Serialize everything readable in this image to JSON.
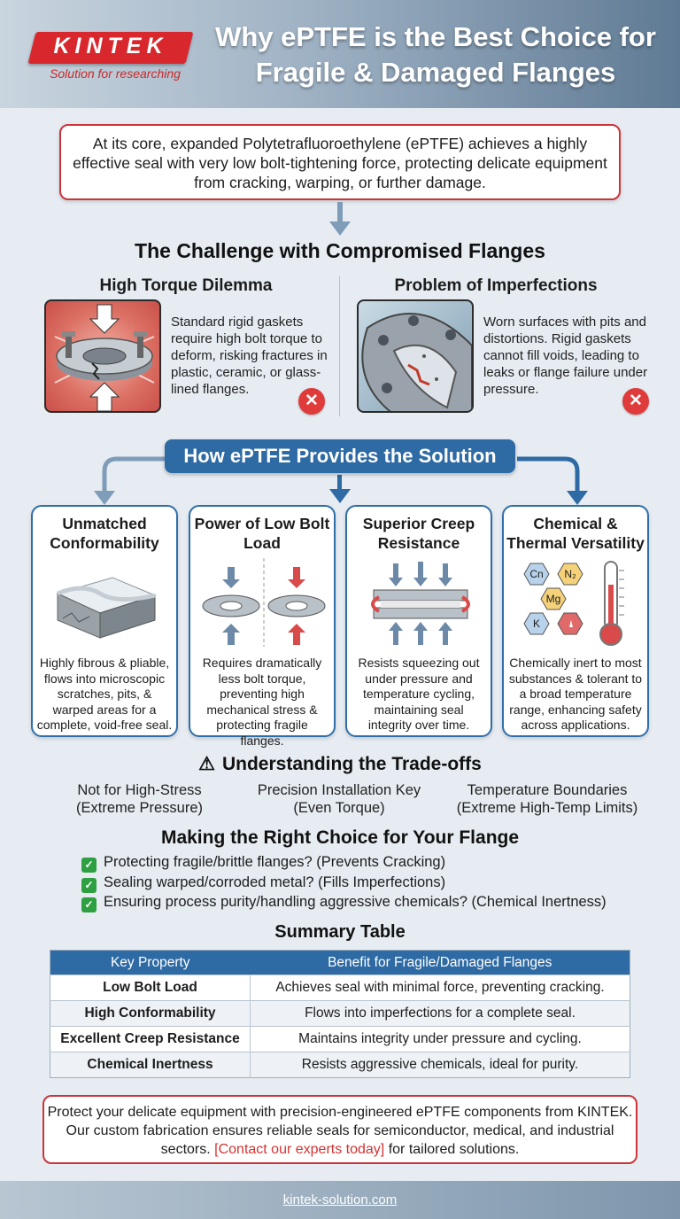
{
  "header": {
    "logo_text": "KINTEK",
    "logo_tagline": "Solution for researching",
    "title": "Why ePTFE is the Best Choice for Fragile & Damaged Flanges"
  },
  "intro": "At its core, expanded Polytetrafluoroethylene (ePTFE) achieves a highly effective seal with very low bolt-tightening force, protecting delicate equipment from cracking, warping, or further damage.",
  "challenge": {
    "title": "The Challenge with Compromised Flanges",
    "left": {
      "title": "High Torque Dilemma",
      "text": "Standard rigid gaskets require high bolt torque to deform, risking fractures in plastic, ceramic, or glass-lined flanges."
    },
    "right": {
      "title": "Problem of Imperfections",
      "text": "Worn surfaces with pits and distortions. Rigid gaskets cannot fill voids, leading to leaks or flange failure under pressure."
    }
  },
  "solution": {
    "title": "How ePTFE Provides the Solution",
    "cards": [
      {
        "title": "Unmatched Conformability",
        "text": "Highly fibrous & pliable, flows into microscopic scratches, pits, & warped areas for a complete, void-free seal."
      },
      {
        "title": "Power of Low Bolt Load",
        "text": "Requires dramatically less bolt torque, preventing high mechanical stress & protecting fragile flanges."
      },
      {
        "title": "Superior Creep Resistance",
        "text": "Resists squeezing out under pressure and temperature cycling, maintaining seal integrity over time."
      },
      {
        "title": "Chemical & Thermal Versatility",
        "text": "Chemically inert to most substances & tolerant to a broad temperature range, enhancing safety across applications."
      }
    ],
    "chem_labels": [
      "Cn",
      "N₂",
      "Mg",
      "K"
    ]
  },
  "tradeoffs": {
    "title": "Understanding the Trade-offs",
    "items": [
      {
        "line1": "Not for High-Stress",
        "line2": "(Extreme Pressure)"
      },
      {
        "line1": "Precision Installation Key",
        "line2": "(Even Torque)"
      },
      {
        "line1": "Temperature Boundaries",
        "line2": "(Extreme High-Temp Limits)"
      }
    ]
  },
  "choice": {
    "title": "Making the Right Choice for Your Flange",
    "items": [
      "Protecting fragile/brittle flanges? (Prevents Cracking)",
      "Sealing warped/corroded metal? (Fills Imperfections)",
      "Ensuring process purity/handling aggressive chemicals? (Chemical Inertness)"
    ]
  },
  "table": {
    "title": "Summary Table",
    "headers": [
      "Key Property",
      "Benefit for Fragile/Damaged Flanges"
    ],
    "rows": [
      [
        "Low Bolt Load",
        "Achieves seal with minimal force, preventing cracking."
      ],
      [
        "High Conformability",
        "Flows into imperfections for a complete seal."
      ],
      [
        "Excellent Creep Resistance",
        "Maintains integrity under pressure and cycling."
      ],
      [
        "Chemical Inertness",
        "Resists aggressive chemicals, ideal for purity."
      ]
    ]
  },
  "cta": {
    "text_before": "Protect your delicate equipment with precision-engineered ePTFE components from KINTEK. Our custom fabrication ensures reliable seals for semiconductor, medical, and industrial sectors. ",
    "link": "[Contact our experts today]",
    "text_after": " for tailored solutions."
  },
  "footer": {
    "url": "kintek-solution.com"
  },
  "colors": {
    "brand_red": "#d8282d",
    "accent_blue": "#2e6aa3",
    "error_red": "#e03b3b",
    "check_green": "#2ea042"
  }
}
